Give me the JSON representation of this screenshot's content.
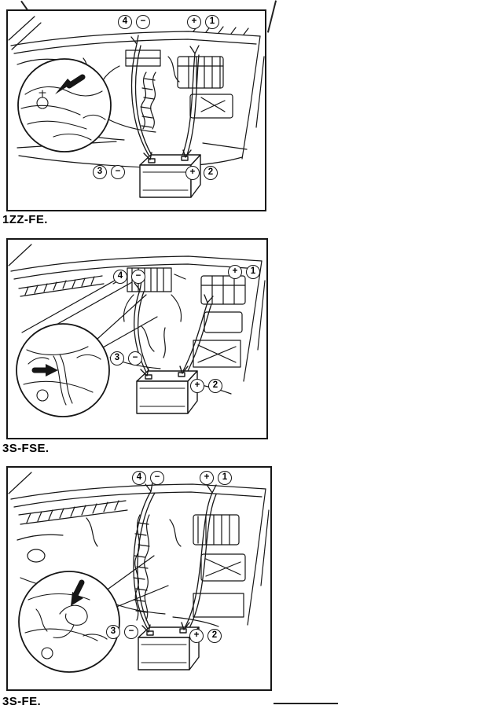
{
  "page": {
    "background": "#ffffff",
    "ink": "#161616",
    "description_visible_elements": "three jump-start connection diagrams with circled step numbers and polarity symbols"
  },
  "figures": [
    {
      "caption": "1ZZ-FE.",
      "connections": [
        {
          "order": "4",
          "polarity": "−",
          "placement": "top-left"
        },
        {
          "order": "1",
          "polarity": "+",
          "placement": "top-right"
        },
        {
          "order": "3",
          "polarity": "−",
          "placement": "bottom-left"
        },
        {
          "order": "2",
          "polarity": "+",
          "placement": "bottom-right"
        }
      ]
    },
    {
      "caption": "3S-FSE.",
      "connections": [
        {
          "order": "4",
          "polarity": "−",
          "placement": "upper-center"
        },
        {
          "order": "1",
          "polarity": "+",
          "placement": "upper-right"
        },
        {
          "order": "3",
          "polarity": "−",
          "placement": "mid-left"
        },
        {
          "order": "2",
          "polarity": "+",
          "placement": "lower-center-right"
        }
      ]
    },
    {
      "caption": "3S-FE.",
      "connections": [
        {
          "order": "4",
          "polarity": "−",
          "placement": "top-center-left"
        },
        {
          "order": "1",
          "polarity": "+",
          "placement": "top-center-right"
        },
        {
          "order": "3",
          "polarity": "−",
          "placement": "bottom-left"
        },
        {
          "order": "2",
          "polarity": "+",
          "placement": "bottom-center-right"
        }
      ]
    }
  ]
}
